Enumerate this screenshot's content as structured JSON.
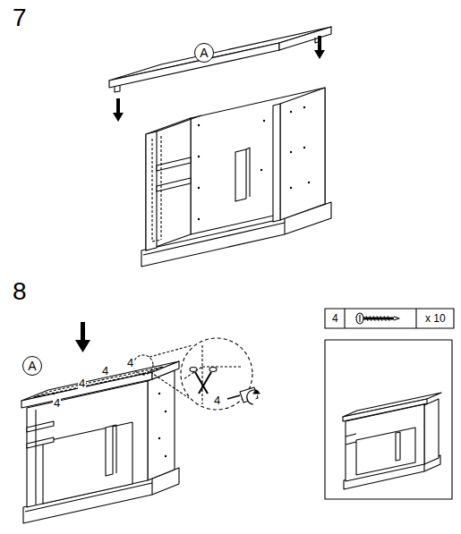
{
  "diagram": {
    "nodes": [
      {
        "text": [
          "A"
        ]
      },
      {
        "text": [
          "A"
        ]
      }
    ],
    "labels": [
      "7",
      "8",
      "4",
      "4",
      "4",
      "4",
      "4",
      "4",
      "x 10"
    ]
  }
}
